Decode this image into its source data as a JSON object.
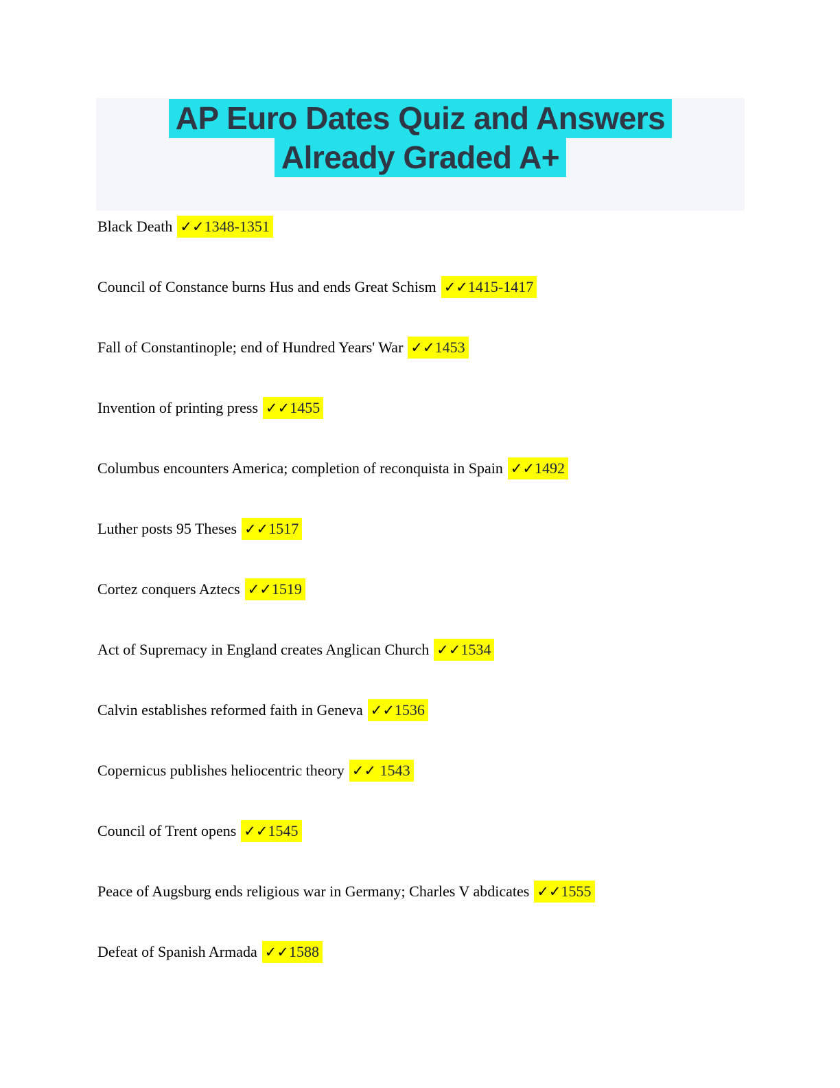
{
  "page": {
    "title_line1": "AP Euro Dates Quiz and Answers",
    "title_line2": "Already Graded A+",
    "colors": {
      "banner_bg": "#f4f6f9",
      "title_highlight": "#23e0eb",
      "title_text": "#2f3744",
      "question_text": "#000000",
      "answer_highlight": "#ffff00",
      "answer_text": "#1c2638",
      "check_color": "#000000",
      "page_bg": "#ffffff"
    }
  },
  "checkmark_icon": "✓✓",
  "items": [
    {
      "question": "Black Death",
      "checks": "✓✓",
      "answer": "1348-1351"
    },
    {
      "question": "Council of Constance burns Hus and ends Great Schism",
      "checks": "✓✓",
      "answer": "1415-1417"
    },
    {
      "question": "Fall of Constantinople; end of Hundred Years' War",
      "checks": "✓✓",
      "answer": "1453"
    },
    {
      "question": "Invention of printing press",
      "checks": "✓✓",
      "answer": "1455"
    },
    {
      "question": "Columbus encounters America; completion of reconquista in Spain",
      "checks": "✓✓",
      "answer": "1492"
    },
    {
      "question": "Luther posts 95 Theses",
      "checks": "✓✓",
      "answer": "1517"
    },
    {
      "question": "Cortez conquers Aztecs",
      "checks": "✓✓",
      "answer": "1519"
    },
    {
      "question": "Act of Supremacy in England creates Anglican Church",
      "checks": "✓✓",
      "answer": "1534"
    },
    {
      "question": "Calvin establishes reformed faith in Geneva",
      "checks": "✓✓",
      "answer": "1536"
    },
    {
      "question": "Copernicus publishes heliocentric theory",
      "checks": "✓✓",
      "answer": " 1543"
    },
    {
      "question": "Council of Trent opens",
      "checks": "✓✓",
      "answer": "1545"
    },
    {
      "question": "Peace of Augsburg ends religious war in Germany; Charles V abdicates",
      "checks": "✓✓",
      "answer": "1555"
    },
    {
      "question": "Defeat of Spanish Armada",
      "checks": "✓✓",
      "answer": "1588"
    }
  ]
}
